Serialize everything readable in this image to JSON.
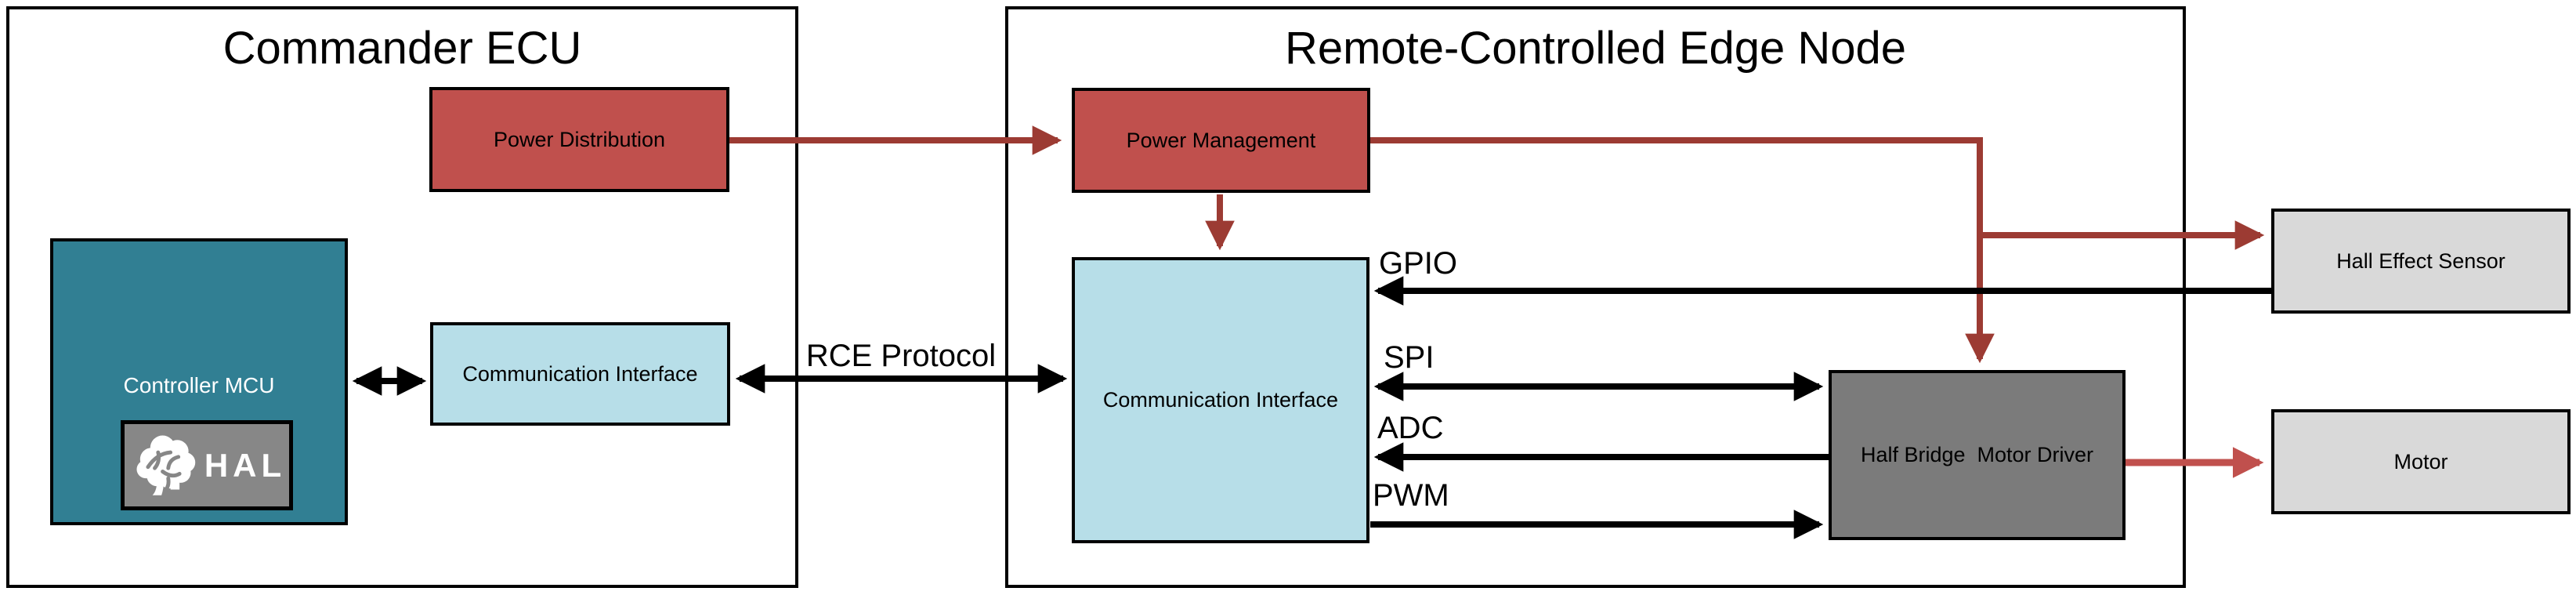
{
  "commander": {
    "title": "Commander ECU",
    "power_distribution": {
      "label": "Power Distribution"
    },
    "controller_mcu": {
      "label": "Controller MCU",
      "hal_badge": "HAL"
    },
    "comm_interface": {
      "label": "Communication Interface"
    }
  },
  "edge_node": {
    "title": "Remote-Controlled Edge Node",
    "power_management": {
      "label": "Power Management"
    },
    "comm_interface": {
      "label": "Communication Interface"
    },
    "motor_driver": {
      "label": "Half Bridge  Motor Driver"
    }
  },
  "external": {
    "hall_sensor": {
      "label": "Hall Effect Sensor"
    },
    "motor": {
      "label": "Motor"
    }
  },
  "signals": {
    "rce_protocol": "RCE Protocol",
    "gpio": "GPIO",
    "spi": "SPI",
    "adc": "ADC",
    "pwm": "PWM"
  },
  "colors": {
    "block_red": "#C0504D",
    "power_wire_red": "#9C3B33",
    "motor_wire_red": "#C0504D",
    "mcu_teal": "#317F93",
    "comm_light_blue": "#B7DEE8",
    "external_light_gray": "#D9D9D9",
    "driver_dark_gray": "#7B7B7B",
    "hal_badge_gray": "#878787",
    "signal_wire_black": "#000000"
  }
}
